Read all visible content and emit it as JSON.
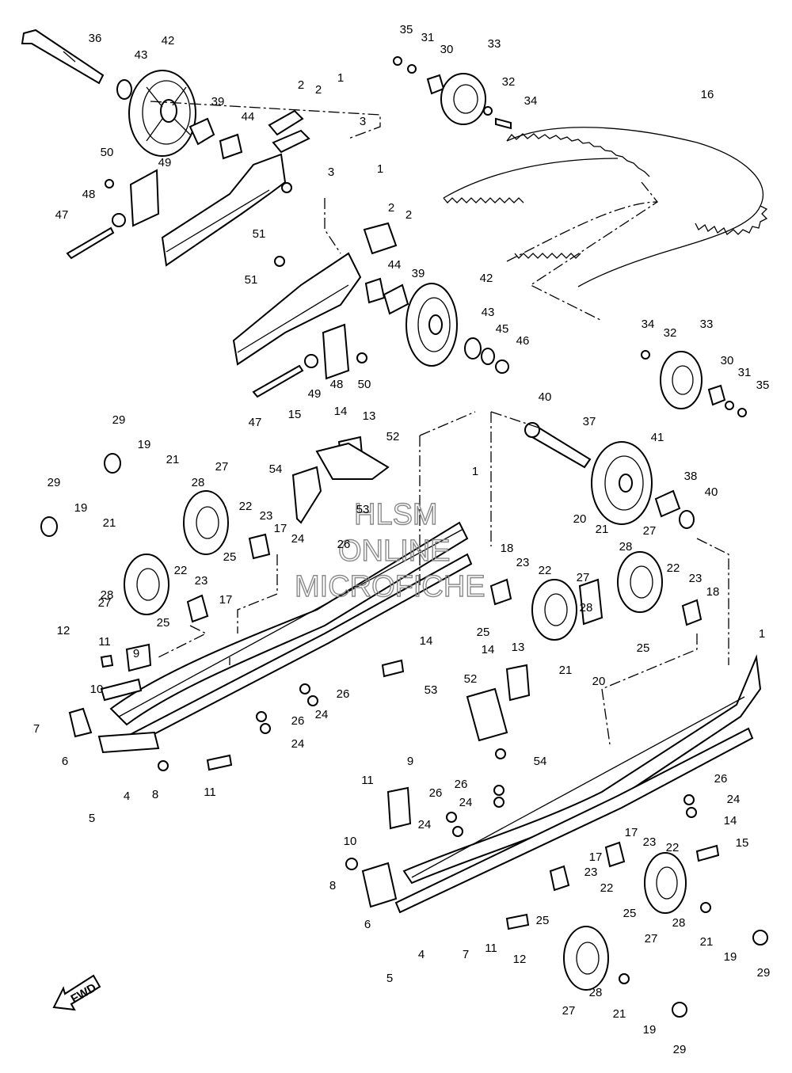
{
  "watermark": {
    "line1": "HLSM",
    "line2": "ONLINE",
    "line3": "MICROFICHE"
  },
  "direction_badge": "FWD",
  "callouts": [
    "1",
    "2",
    "3",
    "4",
    "5",
    "6",
    "7",
    "8",
    "9",
    "10",
    "11",
    "12",
    "13",
    "14",
    "15",
    "16",
    "17",
    "18",
    "19",
    "20",
    "21",
    "22",
    "23",
    "24",
    "25",
    "26",
    "27",
    "28",
    "29",
    "30",
    "31",
    "32",
    "33",
    "34",
    "35",
    "36",
    "37",
    "38",
    "39",
    "40",
    "41",
    "42",
    "43",
    "44",
    "45",
    "46",
    "47",
    "48",
    "49",
    "50",
    "51",
    "52",
    "53",
    "54"
  ],
  "colors": {
    "line": "#000000",
    "background": "#ffffff",
    "watermark": "#8a8a8a"
  }
}
